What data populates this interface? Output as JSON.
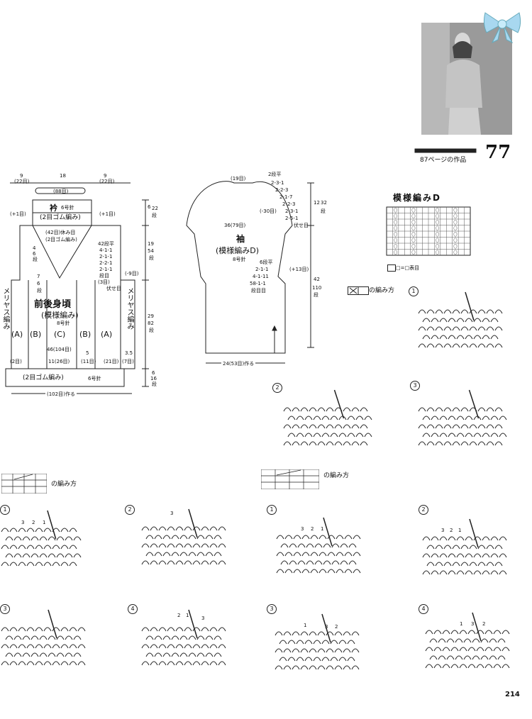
{
  "header": {
    "pattern_number": "77",
    "reference_text": "87ページの作品",
    "page_number": "214"
  },
  "body_diagram": {
    "top_widths": [
      "9",
      "(22目)",
      "18",
      "(88目)",
      "9",
      "(22目)"
    ],
    "collar_title": "衿",
    "collar_needle": "6号針",
    "collar_stitch": "(2目ゴム編み)",
    "plus_one_left": "(+1目)",
    "plus_one_right": "(+1目)",
    "rest_note": "(42目)休み目",
    "rest_rib": "(2目ゴム編み)",
    "neck_dec": [
      "42段平",
      "4-1-1",
      "2-1-1",
      "2-2-1",
      "2-1-1",
      "段目",
      "(3目)",
      "伏せ目"
    ],
    "left_dims": [
      "4",
      "6",
      "段",
      "7",
      "6",
      "段"
    ],
    "title": "前後身頃",
    "stitch": "(模様編み)",
    "needle": "8号針",
    "side_label": "メリヤス編み",
    "panel_a": "(A)",
    "panel_b": "(B)",
    "panel_c": "(C)",
    "width_total": "46(104目)",
    "sub_widths": [
      "(2目)",
      "11(26目)",
      "5",
      "(11目)",
      "(21目)",
      "(7目)"
    ],
    "right_dims": [
      "6",
      "22",
      "段",
      "19",
      "54",
      "段",
      "(-9目)",
      "29",
      "82",
      "段",
      "3.5",
      "6",
      "16",
      "段"
    ],
    "rib_label": "(2目ゴム編み)",
    "rib_needle": "6号針",
    "bottom_total": "(102目)作る"
  },
  "sleeve_diagram": {
    "top_count": "(19目)",
    "cap_dec": [
      "2段平",
      "2-3-1",
      "2-2-3",
      "2-1-7",
      "2-2-3",
      "2-3-1",
      "(-30目)",
      "2-5-1",
      "伏せ目"
    ],
    "cap_height": [
      "12",
      "32",
      "段"
    ],
    "width_label": "36(79目)",
    "title": "袖",
    "stitch": "(模様編みD)",
    "needle": "8号針",
    "inc_list": [
      "6段平",
      "2-1-1",
      "4-1-11",
      "58-1-1",
      "段目目"
    ],
    "inc_count": "(+13目)",
    "length": [
      "42",
      "110",
      "段"
    ],
    "bottom_width": "24(53目)作る"
  },
  "pattern_d": {
    "title": "模様編みD",
    "legend": "□=□表目",
    "legend_sym": "□"
  },
  "technique_titles": {
    "cable_right": "の編み方",
    "cable_left_small": "の編み方",
    "cable_left_small2": "の編み方"
  },
  "steps": {
    "s1": "1",
    "s2": "2",
    "s3": "3",
    "s4": "4",
    "nums_a1": [
      "3",
      "2",
      "1"
    ],
    "nums_a2": [
      "3"
    ],
    "nums_a4": [
      "2",
      "1",
      "3"
    ],
    "nums_b1": [
      "3",
      "2",
      "1"
    ],
    "nums_b2": [
      "3",
      "2",
      "1"
    ],
    "nums_b3": [
      "1",
      "3",
      "2"
    ],
    "nums_b4": [
      "1",
      "3",
      "2"
    ]
  }
}
